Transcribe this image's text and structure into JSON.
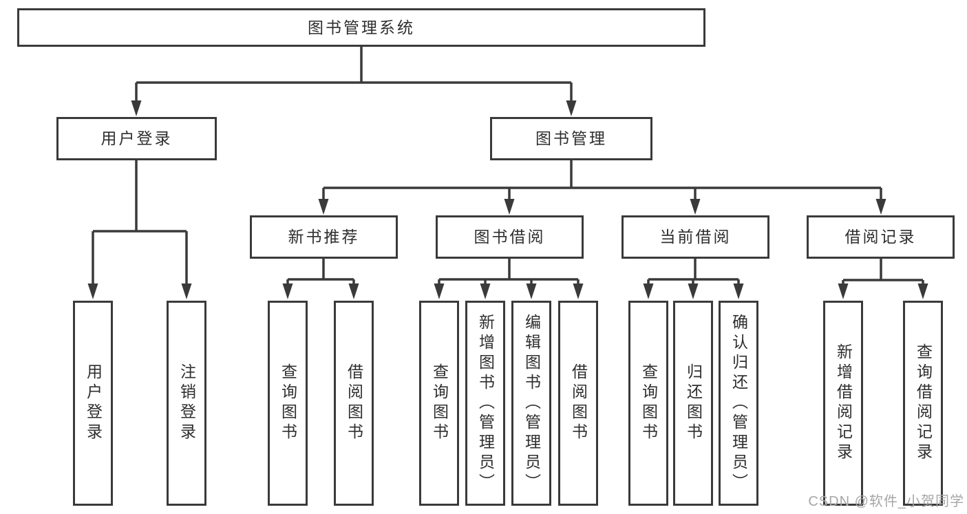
{
  "tree": {
    "root": "图书管理系统",
    "branches": [
      {
        "label": "用户登录",
        "children": [
          "用户登录",
          "注销登录"
        ]
      },
      {
        "label": "图书管理",
        "groups": [
          {
            "label": "新书推荐",
            "children": [
              "查询图书",
              "借阅图书"
            ]
          },
          {
            "label": "图书借阅",
            "children": [
              "查询图书",
              "新增图书（管理员）",
              "编辑图书（管理员）",
              "借阅图书"
            ]
          },
          {
            "label": "当前借阅",
            "children": [
              "查询图书",
              "归还图书",
              "确认归还（管理员）"
            ]
          },
          {
            "label": "借阅记录",
            "children": [
              "新增借阅记录",
              "查询借阅记录"
            ]
          }
        ]
      }
    ]
  },
  "watermark": "CSDN @软件_小贺同学",
  "colors": {
    "line": "#3a3a3a",
    "text": "#2e2e2e",
    "watermark": "#a6a6a6",
    "background": "#ffffff"
  }
}
